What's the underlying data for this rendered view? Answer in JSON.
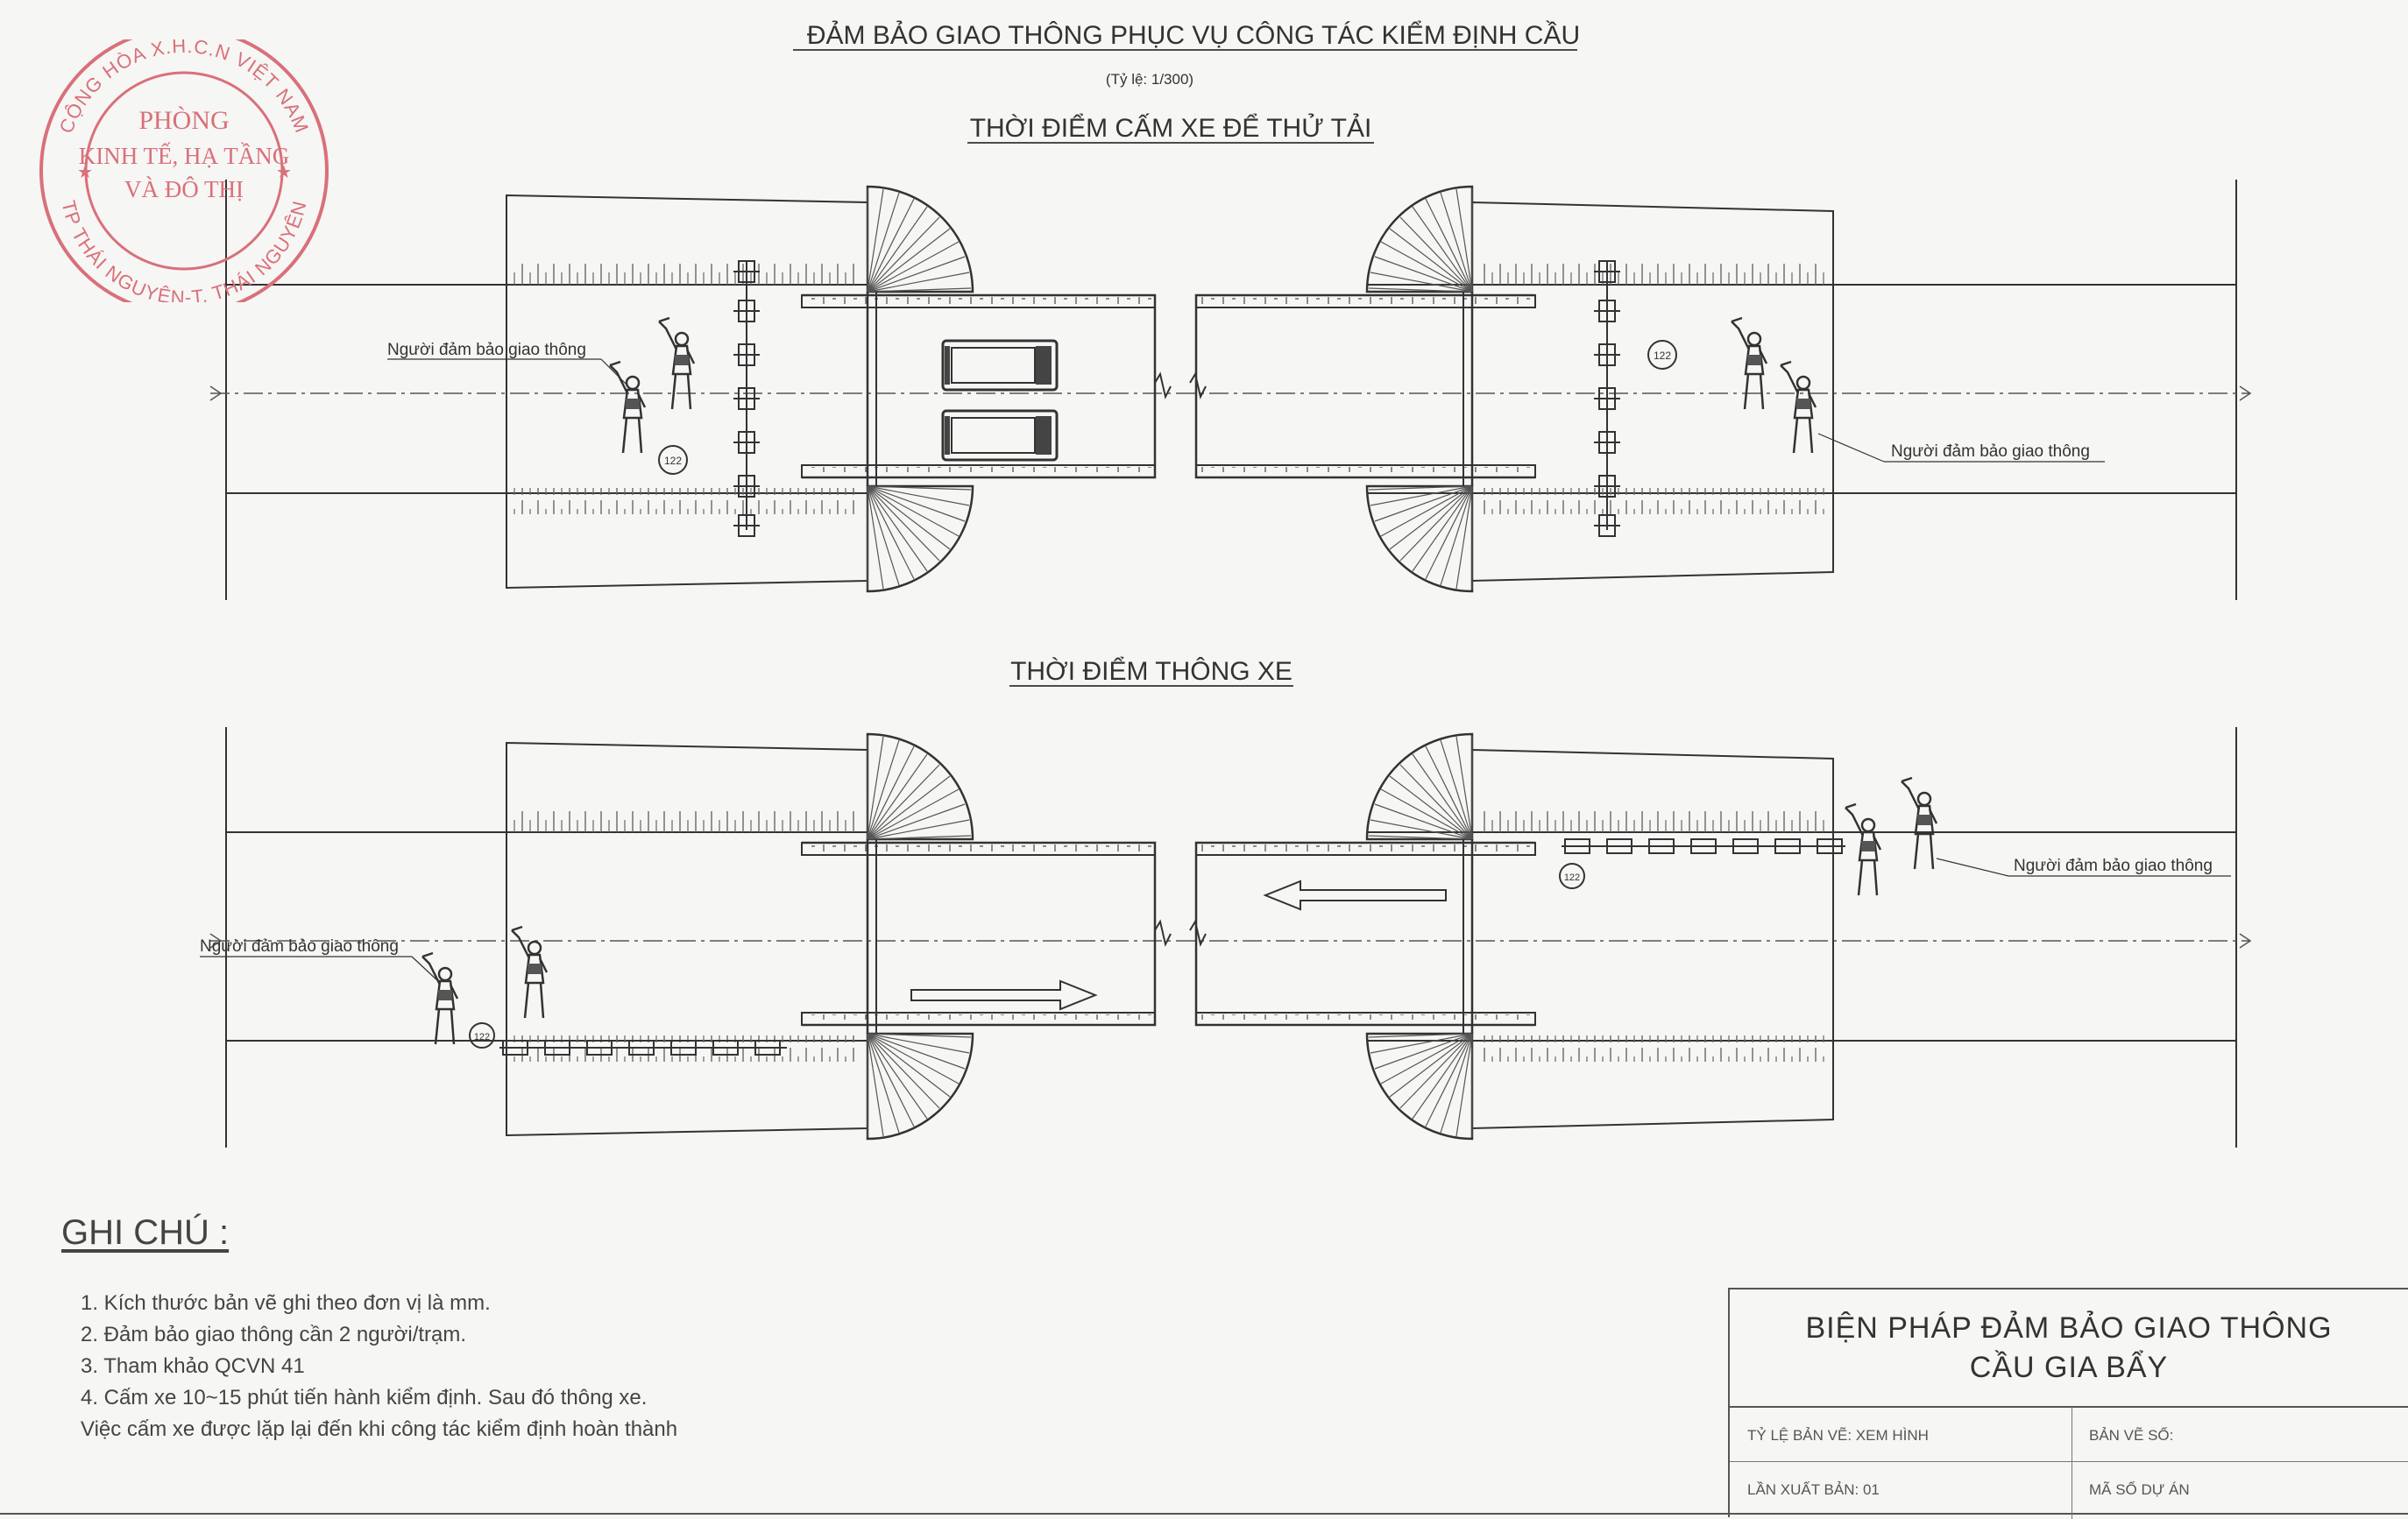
{
  "header": {
    "title": "ĐẢM BẢO GIAO THÔNG PHỤC VỤ CÔNG TÁC KIỂM ĐỊNH CẦU",
    "scale": "(Tỷ lệ: 1/300)"
  },
  "plan_top": {
    "title": "THỜI ĐIỂM CẤM XE ĐỂ THỬ TẢI",
    "label_left": "Người đảm bảo giao thông",
    "label_right": "Người đảm bảo giao thông",
    "sign_left": "122",
    "sign_right": "122"
  },
  "plan_bottom": {
    "title": "THỜI ĐIỂM THÔNG XE",
    "label_left": "Người đảm bảo giao thông",
    "label_right": "Người đảm bảo giao thông",
    "sign_left": "122",
    "sign_right": "122"
  },
  "notes": {
    "heading": "GHI CHÚ :",
    "items": [
      "1. Kích thước bản vẽ ghi theo đơn vị là mm.",
      "2. Đảm bảo giao thông cần 2 người/trạm.",
      "3. Tham khảo QCVN 41",
      "4. Cấm xe 10~15 phút tiến hành kiểm định. Sau đó thông xe.",
      "Việc cấm xe được lặp lại đến khi công tác kiểm định hoàn thành"
    ]
  },
  "title_block": {
    "title_line1": "BIỆN PHÁP ĐẢM BẢO GIAO THÔNG",
    "title_line2": "CẦU GIA BẨY",
    "scale_label": "TỶ LỆ BẢN VẼ: XEM HÌNH",
    "sheet_label": "BẢN VẼ SỐ:",
    "issue_label": "LẦN XUẤT BẢN: 01",
    "project_label": "MÃ SỐ DỰ ÁN"
  },
  "stamp": {
    "top_arc": "CỘNG HÒA X.H.C.N VIỆT NAM",
    "bottom_arc": "TP THÁI NGUYÊN-T. THÁI NGUYÊN",
    "line1": "PHÒNG",
    "line2": "KINH TẾ, HẠ TẦNG",
    "line3": "VÀ ĐÔ THỊ",
    "color": "#d9707a"
  },
  "colors": {
    "line": "#3a3a3a",
    "stamp": "#d9707a"
  }
}
